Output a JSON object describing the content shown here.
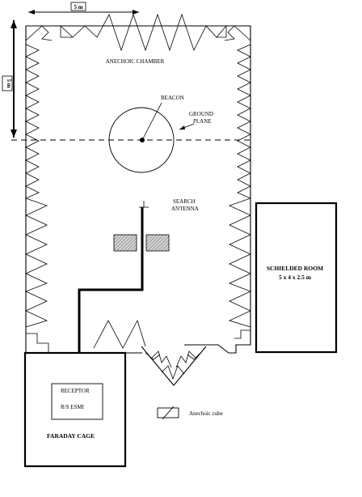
{
  "labels": {
    "width_dim": "5 m",
    "height_dim": "5 m",
    "chamber": "ANECHOIC CHAMBER",
    "beacon": "BEACON",
    "ground_plane": [
      "GROUND",
      "PLANE"
    ],
    "search_antenna": [
      "SEARCH",
      "ANTENNA"
    ],
    "shielded_room": "SCHIELDED ROOM",
    "shielded_room_size": "5 x 4 x 2.5 m",
    "receptor": "RECEPTOR",
    "receptor_model": "R/S ESMI",
    "faraday_cage": "FARADAY CAGE",
    "legend": "Anechoic cube"
  }
}
